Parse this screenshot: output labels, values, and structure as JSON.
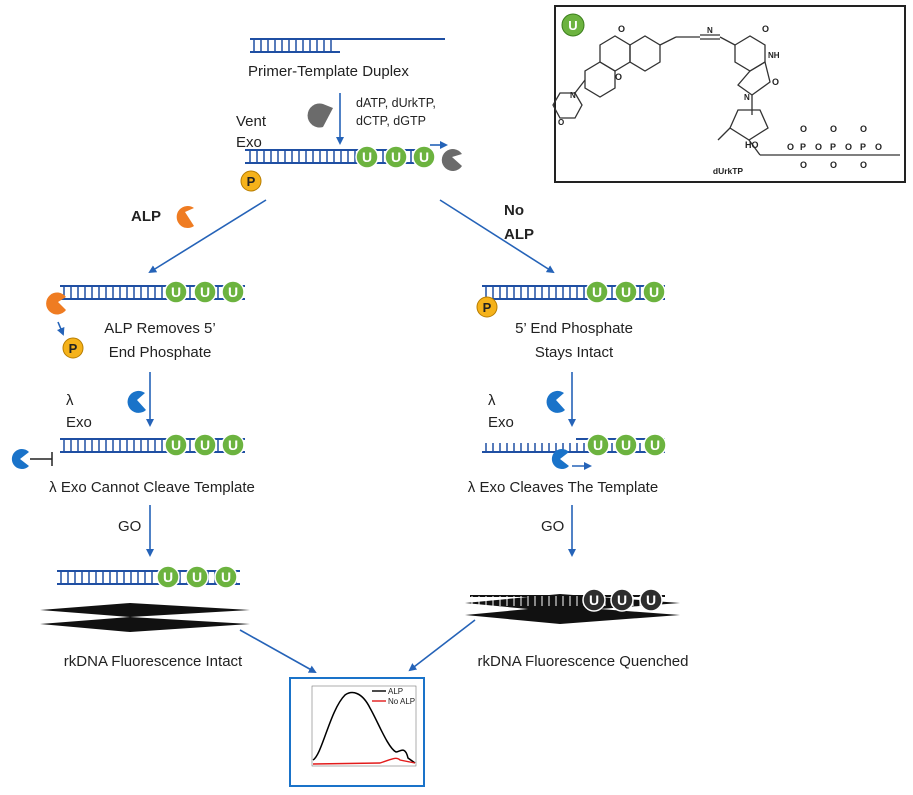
{
  "labels": {
    "duplex": "Primer-Template Duplex",
    "reagents_1": "dATP, dUrkTP,",
    "reagents_2": "dCTP, dGTP",
    "vent": "Vent",
    "exo": "Exo",
    "alp": "ALP",
    "no": "No",
    "no_alp_2": "ALP",
    "alp_removes_1": "ALP Removes 5’",
    "alp_removes_2": "End Phosphate",
    "stays_1": "5’ End Phosphate",
    "stays_2": "Stays Intact",
    "lambda_left": "λ",
    "exo_left": "Exo",
    "lambda_right": "λ",
    "exo_right": "Exo",
    "cannot_cleave": "λ Exo Cannot Cleave Template",
    "cleaves": "λ Exo Cleaves The Template",
    "go_left": "GO",
    "go_right": "GO",
    "intact": "rkDNA Fluorescence Intact",
    "quenched": "rkDNA Fluorescence Quenched",
    "structure_name": "dUrkTP",
    "u_glyph": "U",
    "p_glyph": "P",
    "legend_alp": "ALP",
    "legend_no_alp": "No ALP"
  },
  "colors": {
    "dna": "#1f4fa3",
    "arrow": "#2563b8",
    "u_green": "#6cb33f",
    "u_dark": "#2d2d2d",
    "p_yellow": "#f5b21a",
    "vent_gray": "#6b6b6b",
    "alp_orange": "#ef7c22",
    "lambda_blue": "#1a73c9",
    "go_black": "#111111",
    "spectrum_alp": "#000000",
    "spectrum_no_alp": "#e21b1b"
  },
  "icons": [
    "vent-exo-pacman-icon",
    "alp-pacman-icon",
    "lambda-exo-pacman-icon",
    "phosphate-circle-icon",
    "urk-nucleotide-icon",
    "graphene-oxide-sheet-icon",
    "spectrum-plot-icon",
    "durktp-structure-icon"
  ]
}
